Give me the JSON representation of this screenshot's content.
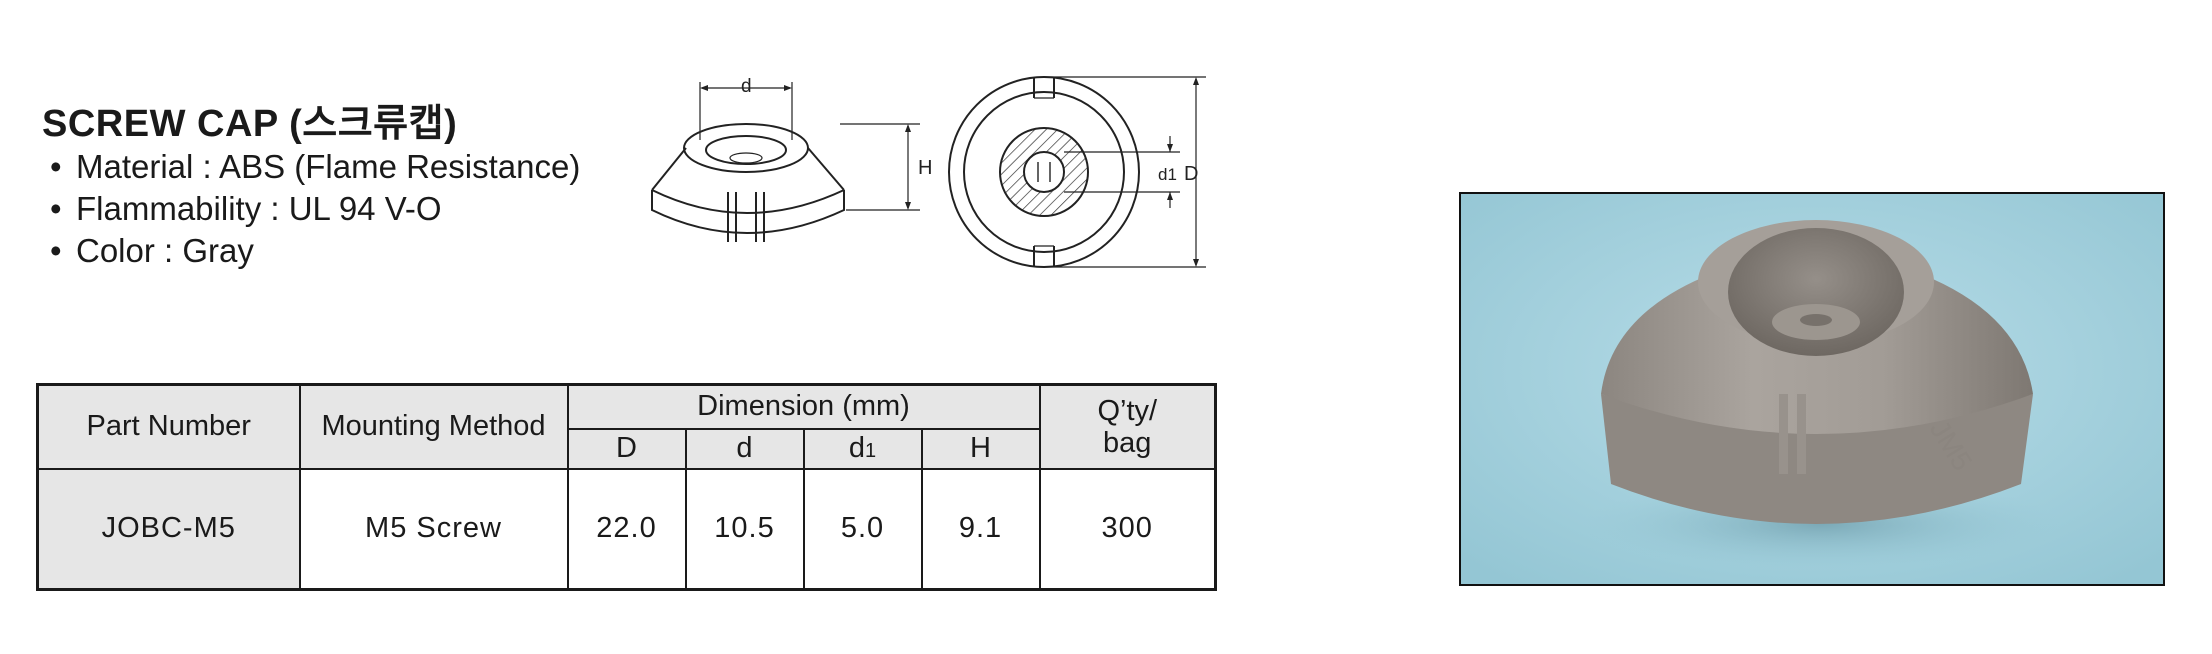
{
  "product": {
    "title": "SCREW CAP (스크류캡)",
    "specs": [
      "Material : ABS (Flame Resistance)",
      "Flammability : UL 94 V-O",
      "Color : Gray"
    ]
  },
  "drawing": {
    "labels": {
      "d": "d",
      "H": "H",
      "d1": "d1",
      "D": "D"
    }
  },
  "table": {
    "headers": {
      "part_number": "Part Number",
      "mounting_method": "Mounting Method",
      "dimension": "Dimension (mm)",
      "D": "D",
      "d": "d",
      "d1_base": "d",
      "d1_sub": "1",
      "H": "H",
      "qty_line1": "Q’ty/",
      "qty_line2": "bag"
    },
    "rows": [
      {
        "part_number": "JOBC-M5",
        "mounting_method": "M5 Screw",
        "D": "22.0",
        "d": "10.5",
        "d1": "5.0",
        "H": "9.1",
        "qty": "300"
      }
    ]
  },
  "photo": {
    "embossed": "JM5",
    "colors": {
      "background": "#a8d4e0",
      "cap": "#a09a94"
    }
  }
}
